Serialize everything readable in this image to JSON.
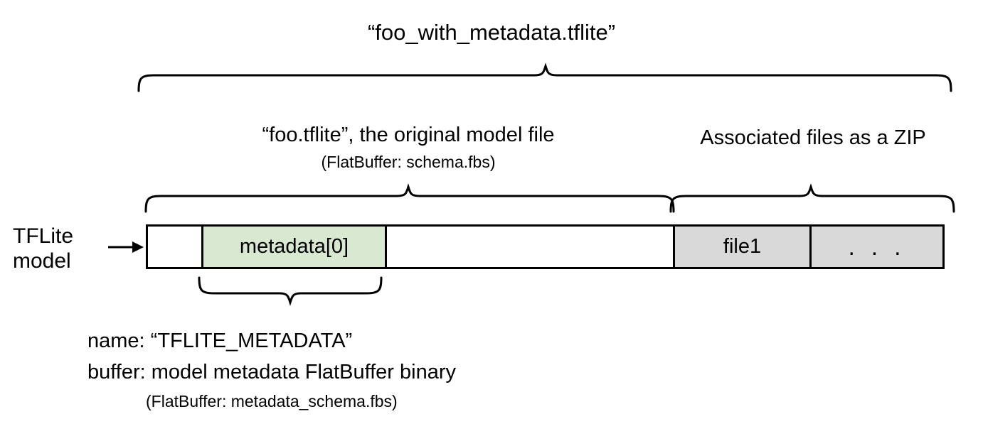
{
  "diagram": {
    "title": "“foo_with_metadata.tflite”",
    "sections": {
      "model": {
        "caption": "“foo.tflite”, the original model file",
        "subcaption": "(FlatBuffer: schema.fbs)"
      },
      "zip": {
        "caption": "Associated files as a ZIP"
      }
    },
    "left_label": "TFLite\nmodel",
    "arrow_icon": "right-arrow-icon",
    "bar": {
      "cells": [
        {
          "label": "",
          "fill": "#ffffff"
        },
        {
          "label": "metadata[0]",
          "fill": "#d9e8d0"
        },
        {
          "label": "",
          "fill": "#ffffff"
        },
        {
          "label": "file1",
          "fill": "#d9d9d9"
        },
        {
          "label": ". . .",
          "fill": "#d9d9d9"
        }
      ]
    },
    "annotation": {
      "name_line": "name: “TFLITE_METADATA”",
      "buffer_line": "buffer: model metadata FlatBuffer binary",
      "schema_line": "(FlatBuffer: metadata_schema.fbs)"
    },
    "colors": {
      "metadata_fill": "#d9e8d0",
      "zip_fill": "#d9d9d9",
      "stroke": "#000000",
      "background": "#ffffff"
    }
  }
}
